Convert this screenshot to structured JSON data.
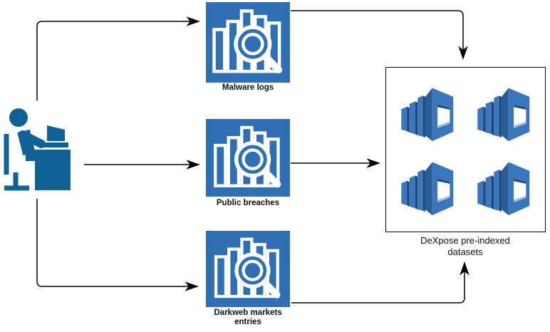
{
  "diagram": {
    "actor": {
      "icon": "person-at-computer-icon"
    },
    "sources": [
      {
        "label": "Malware logs",
        "icon": "bar-chart-magnifier-icon"
      },
      {
        "label": "Public breaches",
        "icon": "bar-chart-magnifier-icon"
      },
      {
        "label": "Darkweb markets entries",
        "icon": "bar-chart-magnifier-icon"
      }
    ],
    "datastore": {
      "label": "DeXpose pre-indexed datasets",
      "icon": "aws-cloudsearch-icon",
      "icon_count": 4
    },
    "connections": [
      {
        "from": "analyst",
        "to": "Malware logs"
      },
      {
        "from": "analyst",
        "to": "Public breaches"
      },
      {
        "from": "analyst",
        "to": "Darkweb markets entries"
      },
      {
        "from": "Malware logs",
        "to": "DeXpose pre-indexed datasets"
      },
      {
        "from": "Public breaches",
        "to": "DeXpose pre-indexed datasets"
      },
      {
        "from": "Darkweb markets entries",
        "to": "DeXpose pre-indexed datasets"
      }
    ],
    "colors": {
      "source_box_blue": "#2F6FB5",
      "person_blue": "#0E6296",
      "dataset_icon_blue": "#3B75BC",
      "dataset_icon_dark_blue": "#1D4678",
      "dataset_icon_side_blue": "#2B5C9A",
      "dataset_icon_light_blue": "#9FBCDC",
      "arrow_black": "#000000",
      "background": "#FFFFFF"
    }
  }
}
